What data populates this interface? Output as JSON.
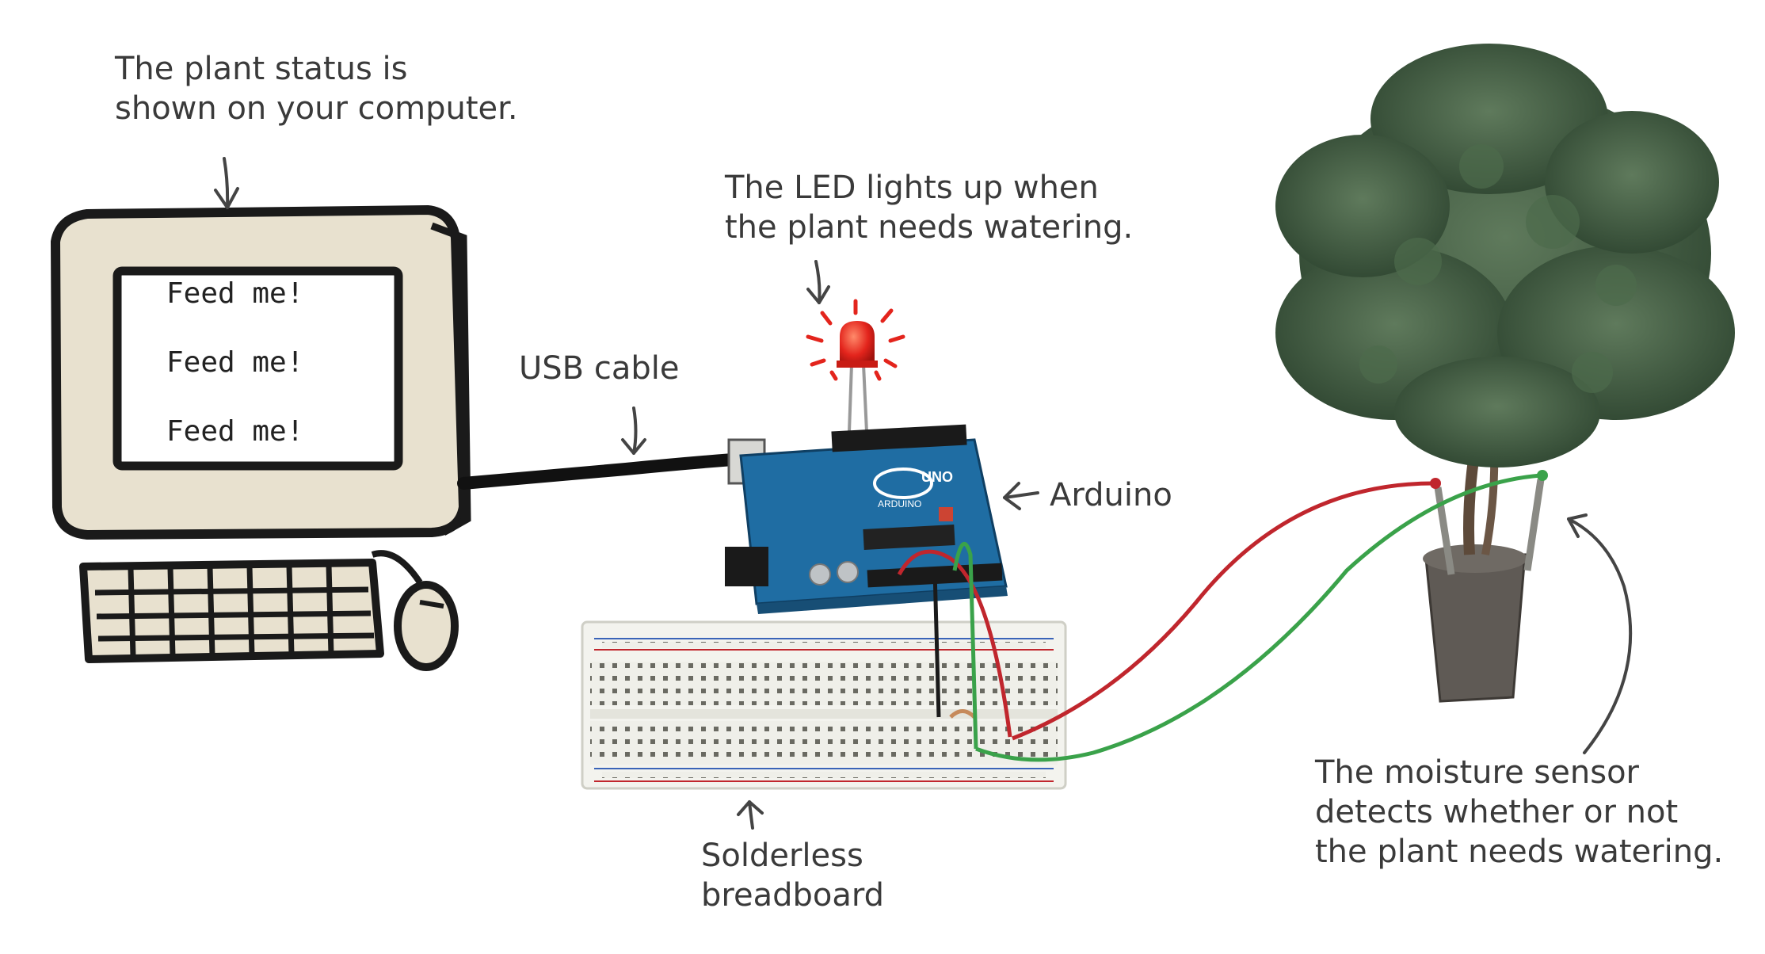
{
  "annotations": {
    "computer": [
      "The plant status is",
      "shown on your computer."
    ],
    "led": [
      "The LED lights up when",
      "the plant needs watering."
    ],
    "usb": "USB cable",
    "arduino": "Arduino",
    "breadboard": [
      "Solderless",
      "breadboard"
    ],
    "sensor": [
      "The moisture sensor",
      "detects whether or not",
      "the plant needs watering."
    ]
  },
  "screen": {
    "lines": [
      "Feed me!",
      "Feed me!",
      "Feed me!"
    ]
  },
  "arduino_board": {
    "logo_text": "UNO",
    "brand_text": "ARDUINO"
  },
  "colors": {
    "board": "#1f6da3",
    "red_wire": "#c0262d",
    "green_wire": "#3aa24a",
    "led": "#e3241c",
    "sketch": "#1a1a1a"
  }
}
